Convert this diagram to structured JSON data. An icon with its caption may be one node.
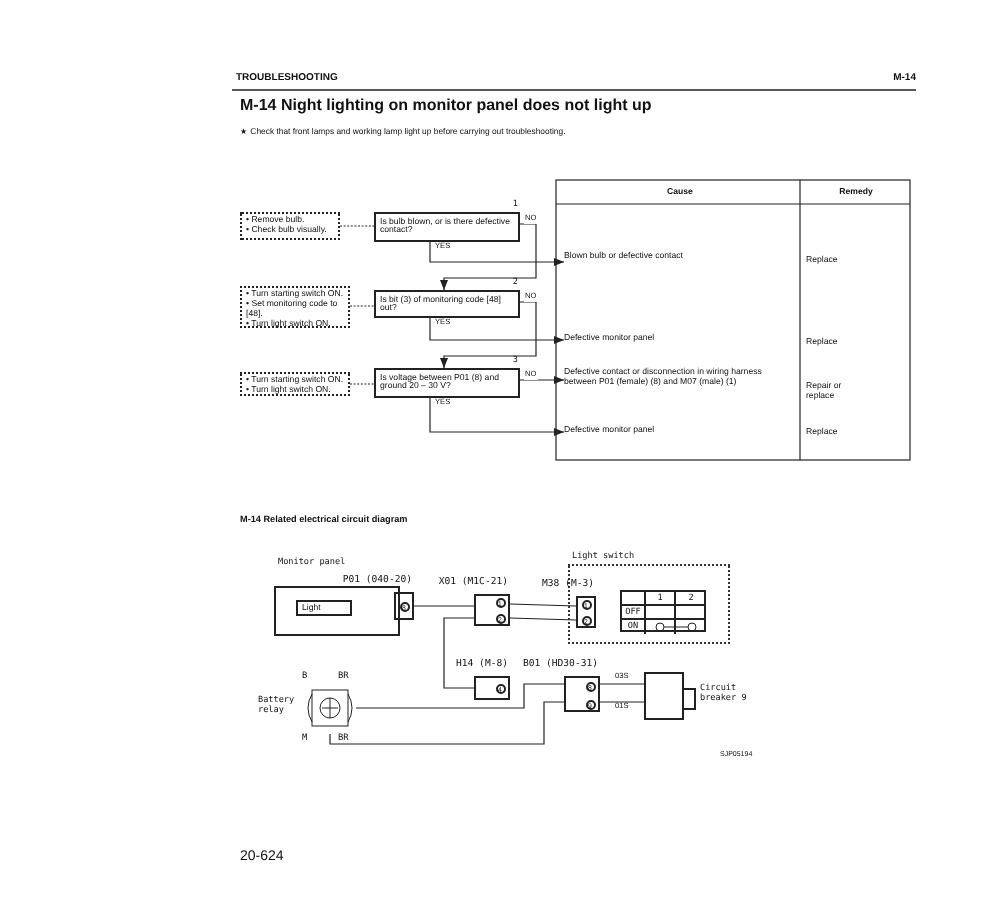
{
  "diagram": {
    "title": "M-14 Night lighting on monitor panel does not light up",
    "nodes": [
      {
        "text": [
          "• Remove bulb.",
          "• Check bulb visually."
        ]
      },
      {
        "text": [
          "Is bulb blown, or is there defective contact?"
        ],
        "beside": [
          "1"
        ]
      },
      {
        "text": [
          "• Turn starting switch ON.",
          "• Set monitoring code to [48].",
          "• Turn light switch ON."
        ]
      },
      {
        "text": [
          "Is bit (3) of monitoring code [48] out?"
        ],
        "beside": [
          "2"
        ]
      },
      {
        "text": [
          "• Turn starting switch ON.",
          "• Turn light switch ON."
        ]
      },
      {
        "text": [
          "Is voltage between P01 (8) and ground 20 – 30 V?"
        ],
        "beside": [
          "3"
        ]
      },
      {
        "text": [
          "Blown bulb or defective contact"
        ]
      },
      {
        "text": [
          "Defective monitor panel"
        ]
      },
      {
        "text": [
          "Defective contact or disconnection in wiring harness between P01 (female) (8) and M07 (male) (1)"
        ]
      },
      {
        "text": [
          "Defective monitor panel"
        ]
      },
      {
        "text": [
          "Monitor panel"
        ]
      },
      {
        "text": [
          "Light"
        ],
        "in": 10
      },
      {
        "text": [
          "P01 (040-20)",
          "8"
        ]
      },
      {
        "text": [
          "X01 (M1C-21)",
          "1",
          "2"
        ]
      },
      {
        "text": [
          "Light switch"
        ]
      },
      {
        "text": [
          "M38 (M-3)",
          "1",
          "2"
        ],
        "in": 14
      },
      {
        "text": [
          "1",
          "2",
          "OFF",
          "ON"
        ],
        "in": 14
      },
      {
        "text": [
          "H14 (M-8)",
          "4"
        ]
      },
      {
        "text": [
          "B01 (HD30-31)",
          "8",
          "9"
        ]
      },
      {
        "text": [
          "Battery relay"
        ],
        "beside": [
          "B",
          "BR",
          "M",
          "BR"
        ]
      },
      {
        "text": [
          "Circuit breaker 9"
        ]
      }
    ],
    "edges": [
      {
        "from": 0,
        "to": 1,
        "arrow": "none",
        "style": "dashed"
      },
      {
        "from": 1,
        "to": 6,
        "arrow": "to",
        "label": "YES"
      },
      {
        "from": 1,
        "to": 3,
        "arrow": "to",
        "label": "NO"
      },
      {
        "from": 2,
        "to": 3,
        "arrow": "none",
        "style": "dashed"
      },
      {
        "from": 3,
        "to": 7,
        "arrow": "to",
        "label": "YES"
      },
      {
        "from": 3,
        "to": 5,
        "arrow": "to",
        "label": "NO"
      },
      {
        "from": 4,
        "to": 5,
        "arrow": "none",
        "style": "dashed"
      },
      {
        "from": 5,
        "to": 9,
        "arrow": "to",
        "label": "YES"
      },
      {
        "from": 5,
        "to": 8,
        "arrow": "to",
        "label": "NO"
      },
      {
        "from": 12,
        "to": 13,
        "arrow": "none"
      },
      {
        "from": 13,
        "to": 15,
        "arrow": "none"
      },
      {
        "from": 13,
        "to": 15,
        "arrow": "none"
      },
      {
        "from": 13,
        "to": 17,
        "arrow": "none"
      },
      {
        "from": 19,
        "to": 18,
        "arrow": "none"
      },
      {
        "from": 19,
        "to": 18,
        "arrow": "none"
      },
      {
        "from": 18,
        "to": 20,
        "arrow": "none",
        "label": "03S"
      },
      {
        "from": 18,
        "to": 20,
        "arrow": "none",
        "label": "01S"
      }
    ],
    "labels": [
      "TROUBLESHOOTING",
      "M-14",
      "★ Check that front lamps and working lamp light up before carrying out troubleshooting.",
      "Cause",
      "Remedy",
      "Replace",
      "Replace",
      "Repair or replace",
      "Replace",
      "M-14 Related electrical circuit diagram",
      "SJP05194",
      "20-624"
    ]
  }
}
